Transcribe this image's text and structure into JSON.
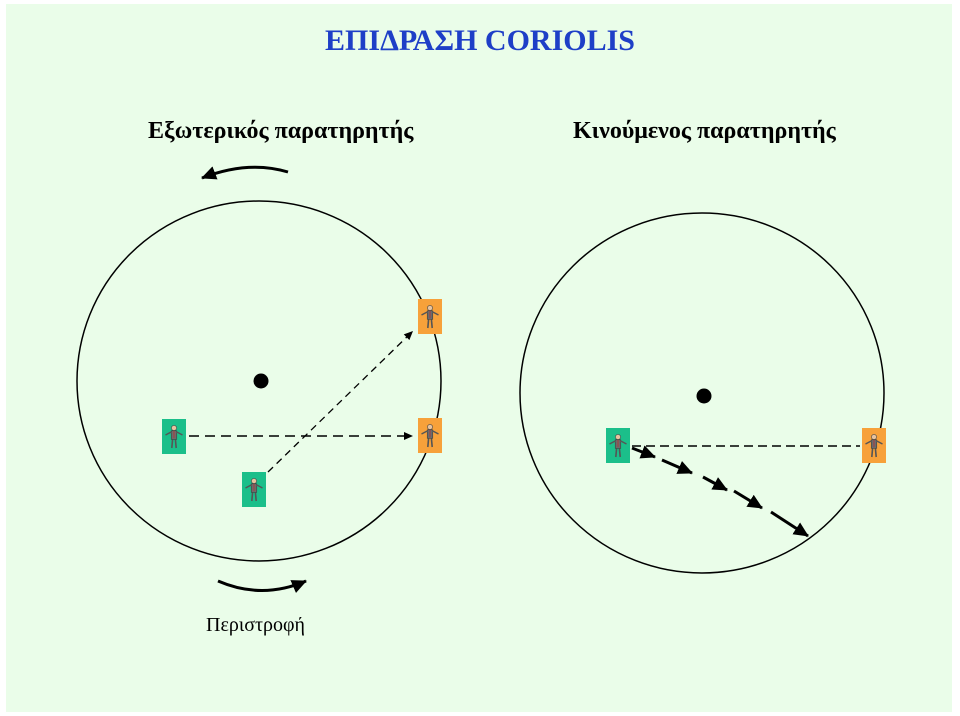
{
  "title": "ΕΠΙΔΡΑΣΗ CORIOLIS",
  "left_panel": {
    "label": "Εξωτερικός παρατηρητής"
  },
  "right_panel": {
    "label": "Κινούμενος παρατηρητής"
  },
  "rotation_label": "Περιστροφή",
  "colors": {
    "background": "#eafde9",
    "title": "#1e3fc7",
    "thrower_box": "#1bbf8a",
    "catcher_box": "#f7a13a"
  },
  "icons": [
    "person-icon",
    "rotation-arrow-icon",
    "center-dot-icon"
  ]
}
